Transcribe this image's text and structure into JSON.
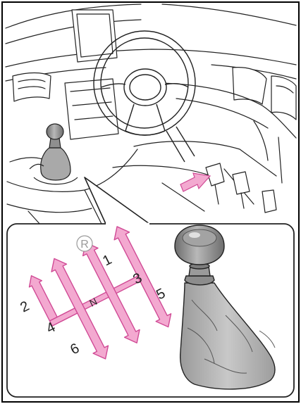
{
  "gear_pattern": {
    "reverse": "R",
    "neutral": "N",
    "gears": [
      "1",
      "2",
      "3",
      "4",
      "5",
      "6"
    ]
  },
  "colors": {
    "arrow_fill": "#f3a9d0",
    "arrow_stroke": "#d04a95",
    "line": "#222222",
    "knob_dark": "#8a8a8a",
    "knob_light": "#d2d2d2",
    "boot": "#b5b5b5"
  },
  "icons": [
    "steering-wheel-icon",
    "gear-shift-knob-icon",
    "clutch-pedal-arrow-icon",
    "shift-pattern-diagram"
  ]
}
